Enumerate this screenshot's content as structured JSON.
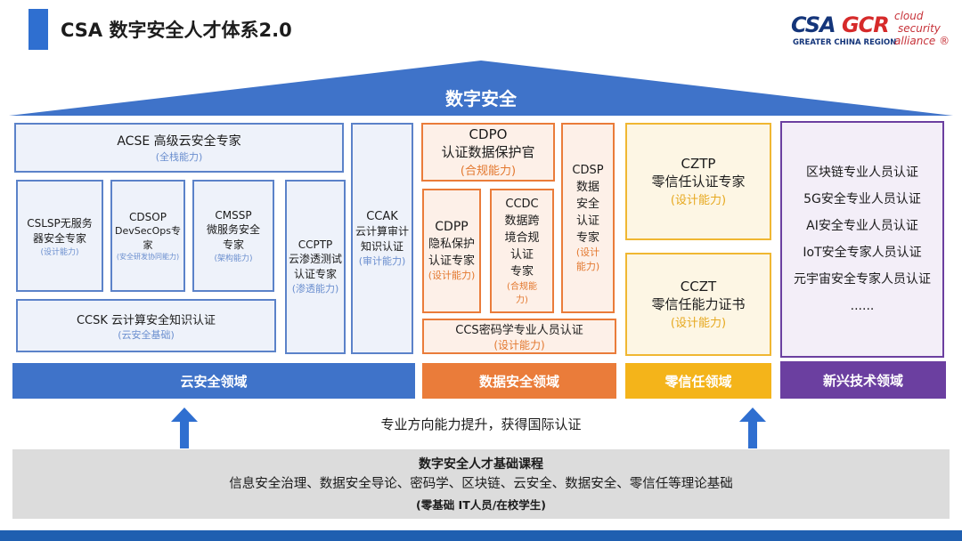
{
  "title": "CSA 数字安全人才体系2.0",
  "logo": {
    "csa": "CSA",
    "gcr": "GCR",
    "sub": "GREATER CHINA REGION",
    "side1": "cloud",
    "side2": "security",
    "side3": "alliance ®"
  },
  "roof_label": "数字安全",
  "cloud": {
    "acse": {
      "name": "ACSE 高级云安全专家",
      "ability": "(全栈能力)"
    },
    "cslsp": {
      "line1": "CSLSP无服务",
      "line2": "器安全专家",
      "ability": "(设计能力)"
    },
    "cdsop": {
      "line1": "CDSOP",
      "line2": "DevSecOps专家",
      "ability": "(安全研发协同能力)"
    },
    "cmssp": {
      "line1": "CMSSP",
      "line2": "微服务安全",
      "line3": "专家",
      "ability": "(架构能力)"
    },
    "ccsk": {
      "name": "CCSK 云计算安全知识认证",
      "ability": "(云安全基础)"
    },
    "ccptp": {
      "line1": "CCPTP",
      "line2": "云渗透测试",
      "line3": "认证专家",
      "ability": "(渗透能力)"
    },
    "ccak": {
      "line1": "CCAK",
      "line2": "云计算审计",
      "line3": "知识认证",
      "ability": "(审计能力)"
    },
    "domain": "云安全领域"
  },
  "data_security": {
    "cdpo": {
      "line1": "CDPO",
      "line2": "认证数据保护官",
      "ability": "(合规能力)"
    },
    "cdpp": {
      "line1": "CDPP",
      "line2": "隐私保护",
      "line3": "认证专家",
      "ability": "(设计能力)"
    },
    "ccdc": {
      "line1": "CCDC",
      "line2": "数据跨",
      "line3": "境合规",
      "line4": "认证",
      "line5": "专家",
      "ability1": "(合规能",
      "ability2": "力)"
    },
    "cdsp": {
      "line1": "CDSP",
      "line2": "数据",
      "line3": "安全",
      "line4": "认证",
      "line5": "专家",
      "ability1": "(设计",
      "ability2": "能力)"
    },
    "ccs": {
      "name": "CCS密码学专业人员认证",
      "ability": "(设计能力)"
    },
    "domain": "数据安全领域"
  },
  "zero_trust": {
    "cztp": {
      "line1": "CZTP",
      "line2": "零信任认证专家",
      "ability": "(设计能力)"
    },
    "cczt": {
      "line1": "CCZT",
      "line2": "零信任能力证书",
      "ability": "(设计能力)"
    },
    "domain": "零信任领域"
  },
  "emerging": {
    "items": [
      "区块链专业人员认证",
      "5G安全专业人员认证",
      "AI安全专业人员认证",
      "IoT安全专家人员认证",
      "元宇宙安全专家人员认证",
      "......"
    ],
    "domain": "新兴技术领域"
  },
  "band_text": "专业方向能力提升，获得国际认证",
  "base": {
    "title": "数字安全人才基础课程",
    "subjects": "信息安全治理、数据安全导论、密码学、区块链、云安全、数据安全、零信任等理论基础",
    "audience": "(零基础 IT人员/在校学生)"
  },
  "colors": {
    "cloud": "#3f73c9",
    "data": "#ea7c3a",
    "zero_trust": "#f4b41a",
    "emerging": "#6b3fa0",
    "roof": "#3f73c9"
  }
}
